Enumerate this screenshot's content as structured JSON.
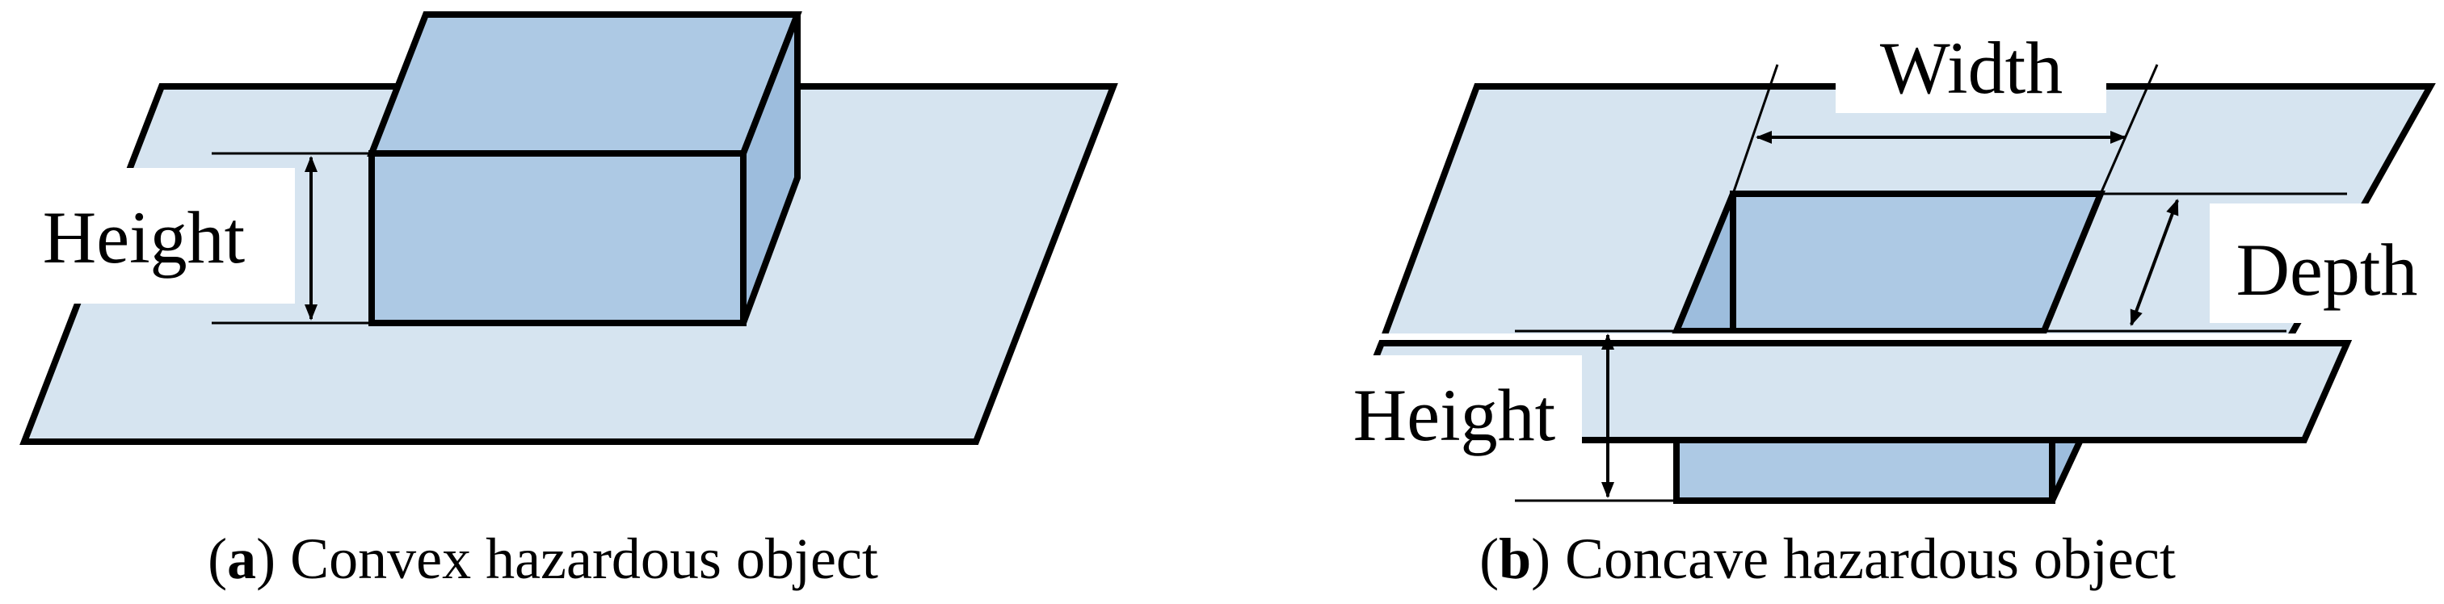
{
  "colors": {
    "plane": "#d6e4f0",
    "box": "#adc9e4",
    "box_side": "#9dbddd",
    "outline": "#000000",
    "background": "#ffffff"
  },
  "panel_a": {
    "dimension_label": "Height",
    "caption_tag": "a",
    "caption_text": "Convex hazardous object"
  },
  "panel_b": {
    "width_label": "Width",
    "depth_label": "Depth",
    "height_label": "Height",
    "caption_tag": "b",
    "caption_text": "Concave hazardous object"
  }
}
